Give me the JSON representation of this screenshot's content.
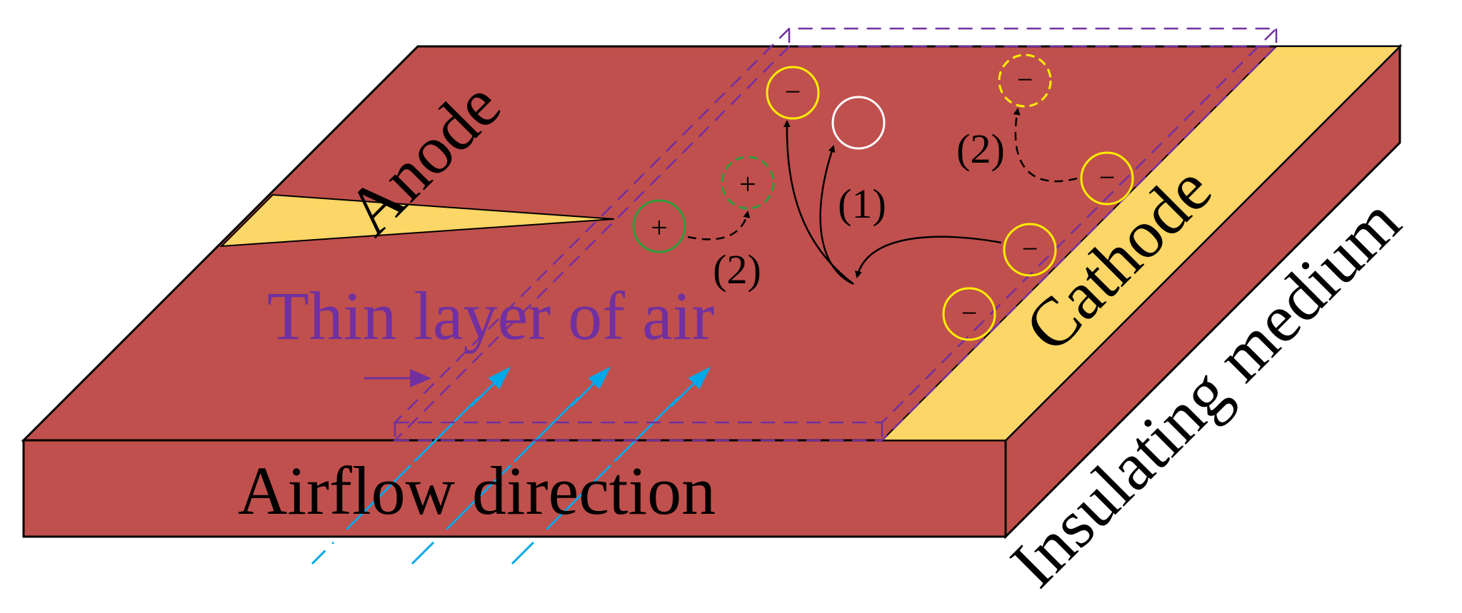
{
  "labels": {
    "anode": "Anode",
    "cathode": "Cathode",
    "insulating_medium": "Insulating medium",
    "thin_layer": "Thin layer of air",
    "airflow": "Airflow direction",
    "step1": "(1)",
    "step2_left": "(2)",
    "step2_right": "(2)"
  },
  "charges": {
    "plus": "+",
    "minus": "−"
  },
  "colors": {
    "medium": "#c0504d",
    "electrode": "#fcd666",
    "layer": "#7030a0",
    "airflow": "#00a8e8",
    "positive": "#2e9e3c",
    "negative": "#ffee00",
    "neutral": "#ffffff"
  }
}
